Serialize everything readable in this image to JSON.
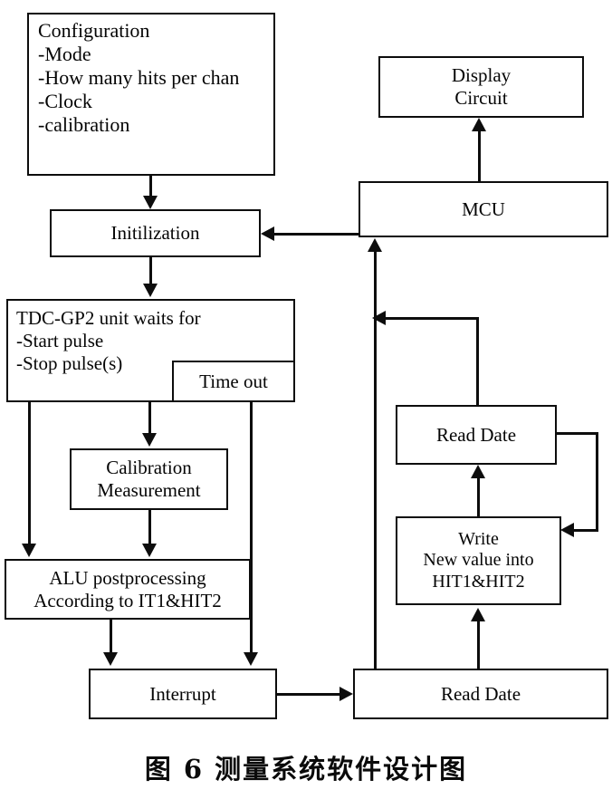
{
  "figure": {
    "caption": "图 6   测量系统软件设计图",
    "caption_label": "图 6",
    "caption_title": "测量系统软件设计图"
  },
  "diagram": {
    "type": "flowchart",
    "title": "Measurement system software design diagram",
    "nodes": [
      {
        "id": "configuration",
        "label": "Configuration\n-Mode\n-How many hits per chan\n-Clock\n-calibration"
      },
      {
        "id": "initilization",
        "label": "Initilization"
      },
      {
        "id": "tdc-gp2",
        "label": "TDC-GP2 unit waits for\n-Start pulse\n-Stop pulse(s)"
      },
      {
        "id": "time-out",
        "label": "Time out"
      },
      {
        "id": "calibration-measurement",
        "label": "Calibration\nMeasurement"
      },
      {
        "id": "alu-postprocessing",
        "label": "ALU postprocessing\nAccording to IT1&HIT2"
      },
      {
        "id": "interrupt",
        "label": "Interrupt"
      },
      {
        "id": "display-circuit",
        "label": "Display\nCircuit"
      },
      {
        "id": "mcu",
        "label": "MCU"
      },
      {
        "id": "read-date-upper",
        "label": "Read Date"
      },
      {
        "id": "write-hit",
        "label": "Write\nNew value into\nHIT1&HIT2"
      },
      {
        "id": "read-date-lower",
        "label": "Read Date"
      }
    ],
    "edges": [
      {
        "from": "configuration",
        "to": "initilization"
      },
      {
        "from": "initilization",
        "to": "tdc-gp2"
      },
      {
        "from": "tdc-gp2",
        "to": "calibration-measurement"
      },
      {
        "from": "tdc-gp2",
        "to": "alu-postprocessing"
      },
      {
        "from": "calibration-measurement",
        "to": "alu-postprocessing"
      },
      {
        "from": "alu-postprocessing",
        "to": "interrupt"
      },
      {
        "from": "time-out",
        "to": "interrupt"
      },
      {
        "from": "interrupt",
        "to": "read-date-lower"
      },
      {
        "from": "read-date-lower",
        "to": "mcu"
      },
      {
        "from": "read-date-lower",
        "to": "write-hit"
      },
      {
        "from": "write-hit",
        "to": "read-date-upper"
      },
      {
        "from": "read-date-upper",
        "to": "mcu"
      },
      {
        "from": "read-date-upper",
        "to": "write-hit"
      },
      {
        "from": "mcu",
        "to": "initilization"
      },
      {
        "from": "mcu",
        "to": "display-circuit"
      }
    ]
  },
  "colors": {
    "stroke": "#0d0d0d",
    "background": "#ffffff",
    "text": "#050505"
  }
}
